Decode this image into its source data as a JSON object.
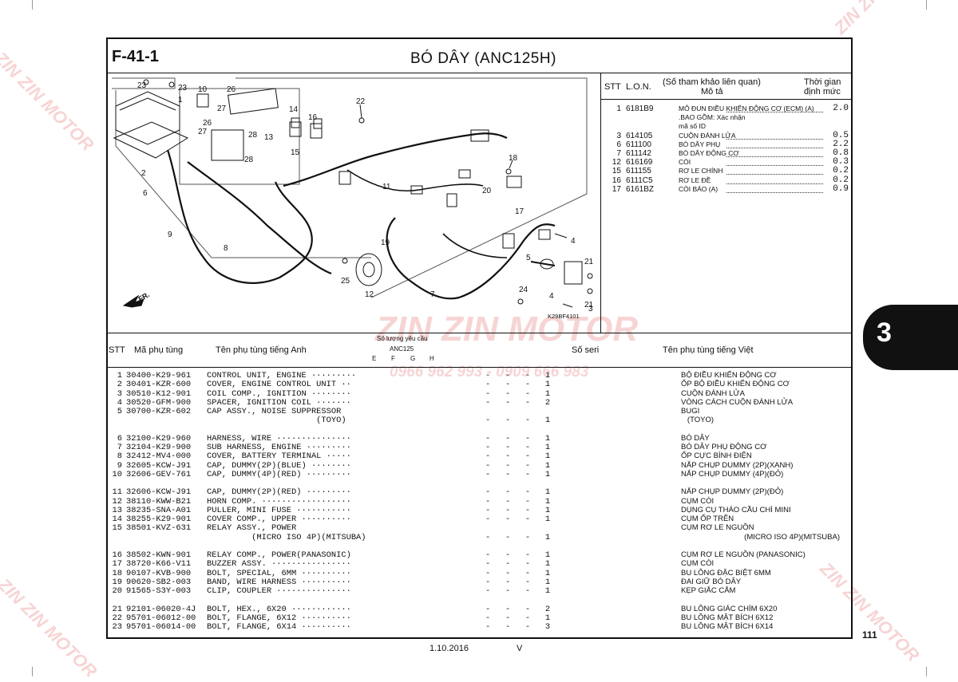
{
  "header": {
    "code": "F-41-1",
    "title": "BÓ DÂY (ANC125H)"
  },
  "diagram": {
    "image_code": "K29BF4101",
    "direction_label": "FR."
  },
  "ref_table": {
    "col_stt": "STT",
    "col_lon": "L.O.N.",
    "col_desc_1": "(Số tham khảo liên quan)",
    "col_desc_2": "Mô tả",
    "col_time_1": "Thời gian",
    "col_time_2": "định mức",
    "rows": [
      {
        "stt": "1",
        "lon": "6181B9",
        "desc": "MÔ ĐUN ĐIỀU KHIỂN ĐỘNG CƠ (ECM) (A)",
        "val": "2.0"
      },
      {
        "stt": "",
        "lon": "",
        "desc": ".BAO GỒM: Xác nhận",
        "val": ""
      },
      {
        "stt": "",
        "lon": "",
        "desc": "mã số ID",
        "val": ""
      },
      {
        "stt": "3",
        "lon": "614105",
        "desc": "CUỘN ĐÁNH LỬA",
        "val": "0.5"
      },
      {
        "stt": "6",
        "lon": "611100",
        "desc": "BÓ DÂY PHỤ",
        "val": "2.2"
      },
      {
        "stt": "7",
        "lon": "611142",
        "desc": "BÓ DÂY ĐỘNG CƠ",
        "val": "0.8"
      },
      {
        "stt": "12",
        "lon": "616169",
        "desc": "CÒI",
        "val": "0.3"
      },
      {
        "stt": "15",
        "lon": "611155",
        "desc": "RƠ LE CHÍNH",
        "val": "0.2"
      },
      {
        "stt": "16",
        "lon": "6111C5",
        "desc": "RƠ LE ĐỀ",
        "val": "0.2"
      },
      {
        "stt": "17",
        "lon": "6161BZ",
        "desc": "CÒI BÁO (A)",
        "val": "0.9"
      }
    ]
  },
  "parts_header": {
    "stt": "STT",
    "part_no": "Mã phụ tùng",
    "name_en": "Tên phụ tùng tiếng Anh",
    "qty_label": "Số lượng yêu cầu",
    "model": "ANC125",
    "e": "E",
    "f": "F",
    "g": "G",
    "h": "H",
    "serial": "Số seri",
    "name_vn": "Tên phụ tùng tiếng Việt"
  },
  "parts": [
    {
      "n": "1",
      "pn": "30400-K29-961",
      "en": "CONTROL UNIT, ENGINE ·········",
      "q": "-   -   -   1",
      "vn": "BỘ ĐIỀU KHIỂN ĐỘNG CƠ"
    },
    {
      "n": "2",
      "pn": "30401-KZR-600",
      "en": "COVER, ENGINE CONTROL UNIT ··",
      "q": "-   -   -   1",
      "vn": "ỐP BỘ ĐIỀU KHIỂN ĐỘNG CƠ"
    },
    {
      "n": "3",
      "pn": "30510-K12-901",
      "en": "COIL COMP., IGNITION ········",
      "q": "-   -   -   1",
      "vn": "CUỘN ĐÁNH LỬA"
    },
    {
      "n": "4",
      "pn": "30520-GFM-900",
      "en": "SPACER, IGNITION COIL ·······",
      "q": "-   -   -   2",
      "vn": "VÒNG CÁCH CUỘN ĐÁNH LỬA"
    },
    {
      "n": "5",
      "pn": "30700-KZR-602",
      "en": "CAP ASSY., NOISE SUPPRESSOR",
      "q": "",
      "vn": "BUGI"
    },
    {
      "n": "",
      "pn": "",
      "en": "                      (TOYO)",
      "q": "-   -   -   1",
      "vn": "   (TOYO)"
    },
    {
      "n": "6",
      "pn": "32100-K29-960",
      "en": "HARNESS, WIRE ···············",
      "q": "-   -   -   1",
      "vn": "BÓ DÂY"
    },
    {
      "n": "7",
      "pn": "32104-K29-900",
      "en": "SUB HARNESS, ENGINE ·········",
      "q": "-   -   -   1",
      "vn": "BÓ DÂY PHỤ ĐỘNG CƠ"
    },
    {
      "n": "8",
      "pn": "32412-MV4-000",
      "en": "COVER, BATTERY TERMINAL ·····",
      "q": "-   -   -   1",
      "vn": "ỐP CỰC BÌNH ĐIỆN"
    },
    {
      "n": "9",
      "pn": "32605-KCW-J91",
      "en": "CAP, DUMMY(2P)(BLUE) ········",
      "q": "-   -   -   1",
      "vn": "NẮP CHỤP DUMMY (2P)(XANH)"
    },
    {
      "n": "10",
      "pn": "32606-GEV-761",
      "en": "CAP, DUMMY(4P)(RED) ·········",
      "q": "-   -   -   1",
      "vn": "NẮP CHỤP DUMMY (4P)(ĐỎ)"
    },
    {
      "n": "11",
      "pn": "32606-KCW-J91",
      "en": "CAP, DUMMY(2P)(RED) ·········",
      "q": "-   -   -   1",
      "vn": "NẮP CHỤP DUMMY (2P)(ĐỎ)"
    },
    {
      "n": "12",
      "pn": "38110-KWW-B21",
      "en": "HORN COMP. ··················",
      "q": "-   -   -   1",
      "vn": "CỤM CÒI"
    },
    {
      "n": "13",
      "pn": "38235-SNA-A01",
      "en": "PULLER, MINI FUSE ···········",
      "q": "-   -   -   1",
      "vn": "DỤNG CỤ THÁO CẦU CHÌ MINI"
    },
    {
      "n": "14",
      "pn": "38255-K29-901",
      "en": "COVER COMP., UPPER ··········",
      "q": "-   -   -   1",
      "vn": "CỤM ỐP TRÊN"
    },
    {
      "n": "15",
      "pn": "38501-KVZ-631",
      "en": "RELAY ASSY., POWER",
      "q": "",
      "vn": "CỤM RƠ LE NGUỒN"
    },
    {
      "n": "",
      "pn": "",
      "en": "         (MICRO ISO 4P)(MITSUBA)",
      "q": "-   -   -   1",
      "vn": "                              (MICRO ISO 4P)(MITSUBA)"
    },
    {
      "n": "16",
      "pn": "38502-KWN-901",
      "en": "RELAY COMP., POWER(PANASONIC)",
      "q": "-   -   -   1",
      "vn": "CỤM RƠ LE NGUỒN (PANASONIC)"
    },
    {
      "n": "17",
      "pn": "38720-K66-V11",
      "en": "BUZZER ASSY. ················",
      "q": "-   -   -   1",
      "vn": "CỤM CÒI"
    },
    {
      "n": "18",
      "pn": "90107-KVB-900",
      "en": "BOLT, SPECIAL, 6MM ··········",
      "q": "-   -   -   1",
      "vn": "BU LÔNG ĐẶC BIỆT 6MM"
    },
    {
      "n": "19",
      "pn": "90620-SB2-003",
      "en": "BAND, WIRE HARNESS ··········",
      "q": "-   -   -   1",
      "vn": "ĐAI GIỮ BÓ DÂY"
    },
    {
      "n": "20",
      "pn": "91565-S3Y-003",
      "en": "CLIP, COUPLER ···············",
      "q": "-   -   -   1",
      "vn": "KẸP GIẮC CẮM"
    },
    {
      "n": "21",
      "pn": "92101-06020-4J",
      "en": "BOLT, HEX., 6X20 ············",
      "q": "-   -   -   2",
      "vn": "BU LÔNG GIÁC CHÌM 6X20"
    },
    {
      "n": "22",
      "pn": "95701-06012-00",
      "en": "BOLT, FLANGE, 6X12 ··········",
      "q": "-   -   -   1",
      "vn": "BU LÔNG MẶT BÍCH 6X12"
    },
    {
      "n": "23",
      "pn": "95701-06014-00",
      "en": "BOLT, FLANGE, 6X14 ··········",
      "q": "-   -   -   3",
      "vn": "BU LÔNG MẶT BÍCH 6X14"
    }
  ],
  "footer": {
    "date": "1.10.2016",
    "version": "V",
    "page": "111",
    "section": "3"
  },
  "watermark": {
    "brand": "ZIN ZIN MOTOR",
    "phone": "0966 962 993 - 0909 666 983"
  }
}
